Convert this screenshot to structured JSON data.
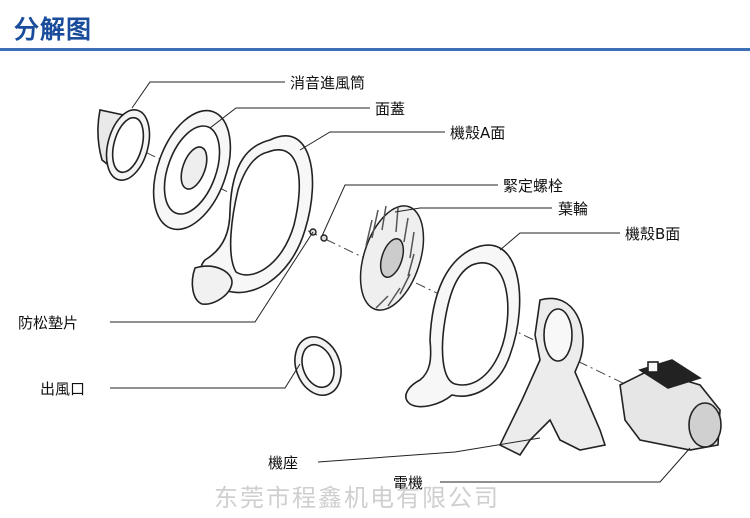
{
  "header": {
    "title": "分解图"
  },
  "labels": {
    "intake_duct": "消音進風筒",
    "face_cover": "面蓋",
    "housing_a": "機殼A面",
    "set_screw": "緊定螺栓",
    "impeller": "葉輪",
    "housing_b": "機殼B面",
    "anti_loosen_washer": "防松墊片",
    "outlet": "出風口",
    "base": "機座",
    "motor": "電機"
  },
  "watermark": "东莞市程鑫机电有限公司",
  "colors": {
    "title": "#1a4c9c",
    "rule": "#3d6fb6",
    "line": "#222222",
    "watermark": "#cfcfcf"
  }
}
